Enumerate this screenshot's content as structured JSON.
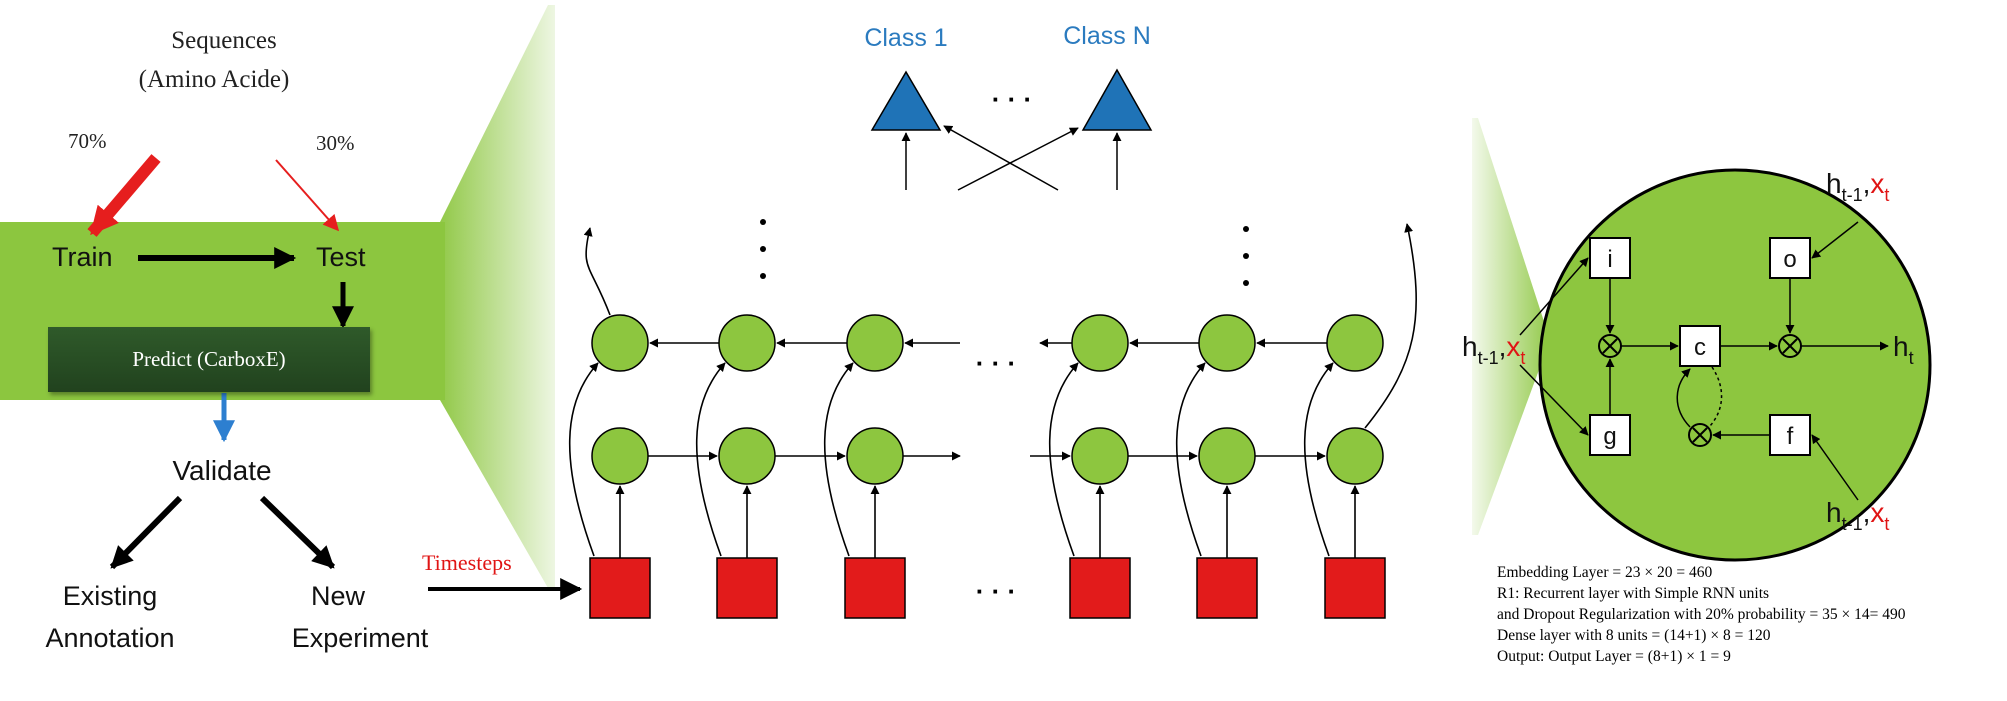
{
  "colors": {
    "green_band": "#8cc63f",
    "node_green": "#8dc63f",
    "input_red": "#e21b1b",
    "class_blue": "#1f73b7",
    "class_text_blue": "#2b7bbf",
    "train_arrow_red": "#e61e1e",
    "validate_arrow_blue": "#2d7fd0",
    "timesteps_red": "#e01414",
    "dark_green_box": "#2a5225"
  },
  "workflow": {
    "sequences": "Sequences",
    "sequences_sub": "(Amino Acide)",
    "train_pct": "70%",
    "test_pct": "30%",
    "train": "Train",
    "test": "Test",
    "predict": "Predict (CarboxE)",
    "validate": "Validate",
    "existing_line1": "Existing",
    "existing_line2": "Annotation",
    "new_line1": "New",
    "new_line2": "Experiment",
    "timesteps": "Timesteps"
  },
  "rnn": {
    "class1": "Class 1",
    "class_n": "Class N",
    "ellipsis": "· · ·"
  },
  "lstm_cell": {
    "gate_i": "i",
    "gate_o": "o",
    "gate_g": "g",
    "gate_f": "f",
    "gate_c": "c",
    "input_h": "h",
    "input_h_sub": "t-1",
    "input_x": "x",
    "input_x_sub": "t",
    "comma": ",",
    "output_h": "h",
    "output_h_sub": "t"
  },
  "notes": {
    "line1": "Embedding Layer = 23 × 20 = 460",
    "line2": "R1: Recurrent layer with Simple RNN units",
    "line3": "and Dropout Regularization with 20% probability = 35 × 14= 490",
    "line4": "Dense layer with 8 units = (14+1) × 8 = 120",
    "line5": "Output: Output Layer = (8+1) × 1 = 9"
  }
}
